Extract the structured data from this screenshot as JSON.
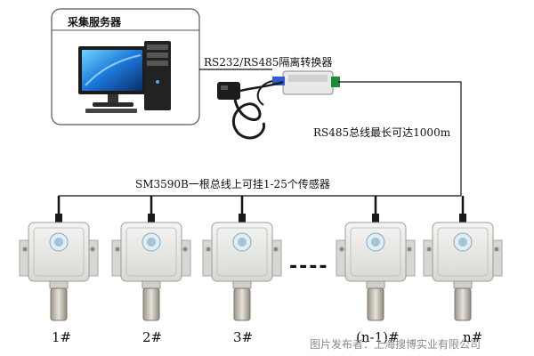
{
  "server": {
    "title": "采集服务器"
  },
  "converter": {
    "label": "RS232/RS485隔离转换器"
  },
  "bus_spec": {
    "label": "RS485总线最长可达1000m"
  },
  "bus_capacity": {
    "label": "SM3590B一根总线上可挂1-25个传感器"
  },
  "sensors": [
    "1#",
    "2#",
    "3#",
    "(n-1)#",
    "n#"
  ],
  "ellipsis": "----",
  "publisher": "图片发布者：上海搜博实业有限公司"
}
